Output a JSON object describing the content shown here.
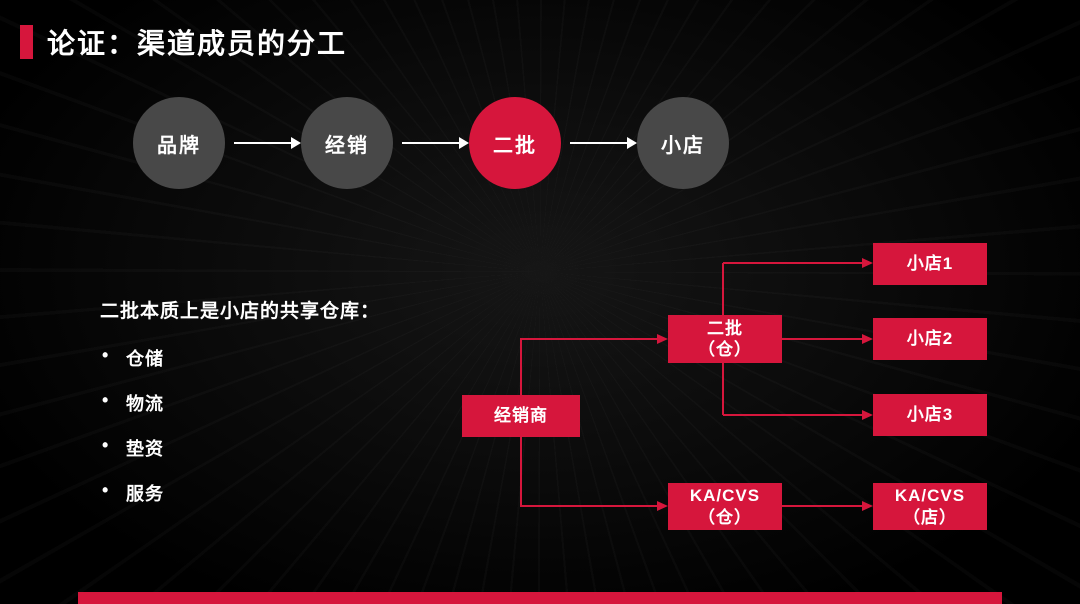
{
  "colors": {
    "accent": "#d6163c",
    "circle_gray": "#484848",
    "background": "#000000"
  },
  "header": {
    "title": "论证：渠道成员的分工"
  },
  "flow": {
    "nodes": [
      {
        "label": "品牌"
      },
      {
        "label": "经销"
      },
      {
        "label": "二批"
      },
      {
        "label": "小店"
      }
    ],
    "highlight_index": 2
  },
  "notes": {
    "heading": "二批本质上是小店的共享仓库：",
    "bullets": [
      "仓储",
      "物流",
      "垫资",
      "服务"
    ]
  },
  "diagram": {
    "distributor": "经销商",
    "second_tier": {
      "line1": "二批",
      "line2": "（仓）"
    },
    "stores": [
      "小店1",
      "小店2",
      "小店3"
    ],
    "ka_warehouse": {
      "line1": "KA/CVS",
      "line2": "（仓）"
    },
    "ka_store": {
      "line1": "KA/CVS",
      "line2": "（店）"
    }
  }
}
